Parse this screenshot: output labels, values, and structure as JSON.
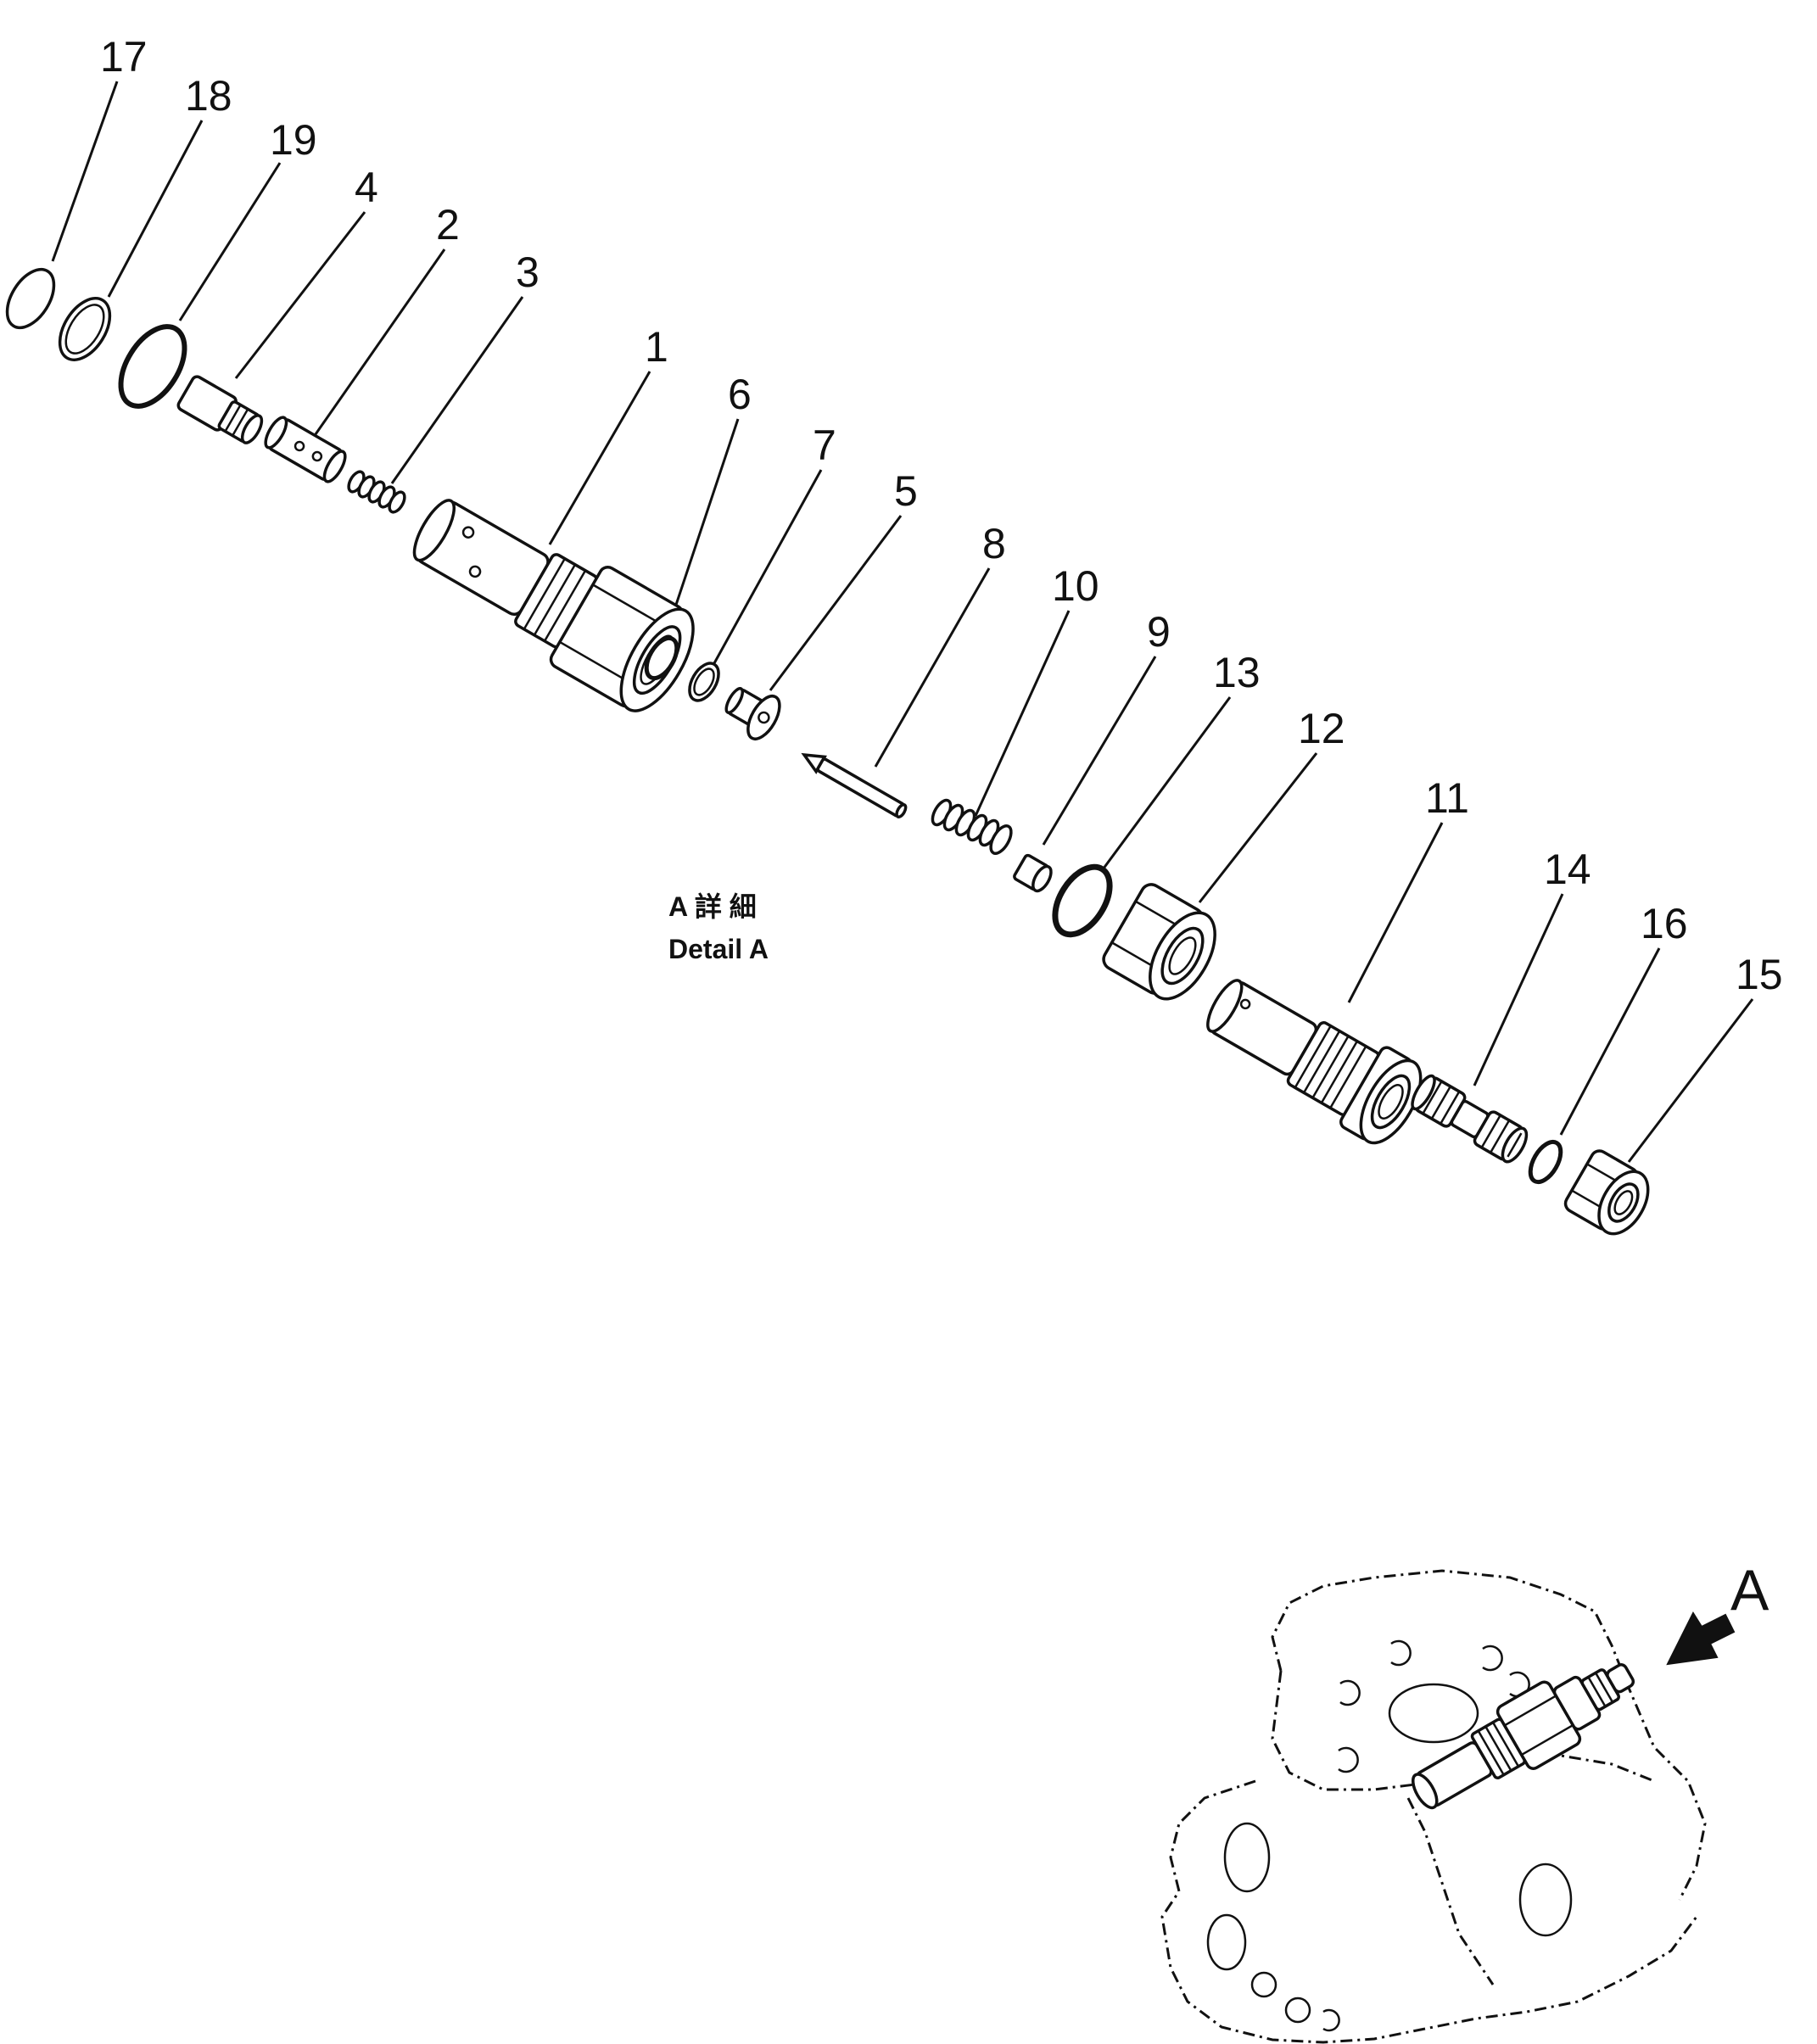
{
  "diagram": {
    "detail_label_jp": "A 詳 細",
    "detail_label_en": "Detail A",
    "view_letter": "A",
    "callouts": [
      {
        "id": "17",
        "label": "17"
      },
      {
        "id": "18",
        "label": "18"
      },
      {
        "id": "19",
        "label": "19"
      },
      {
        "id": "4",
        "label": "4"
      },
      {
        "id": "2",
        "label": "2"
      },
      {
        "id": "3",
        "label": "3"
      },
      {
        "id": "1",
        "label": "1"
      },
      {
        "id": "6",
        "label": "6"
      },
      {
        "id": "7",
        "label": "7"
      },
      {
        "id": "5",
        "label": "5"
      },
      {
        "id": "8",
        "label": "8"
      },
      {
        "id": "10",
        "label": "10"
      },
      {
        "id": "9",
        "label": "9"
      },
      {
        "id": "13",
        "label": "13"
      },
      {
        "id": "12",
        "label": "12"
      },
      {
        "id": "11",
        "label": "11"
      },
      {
        "id": "14",
        "label": "14"
      },
      {
        "id": "16",
        "label": "16"
      },
      {
        "id": "15",
        "label": "15"
      }
    ]
  }
}
